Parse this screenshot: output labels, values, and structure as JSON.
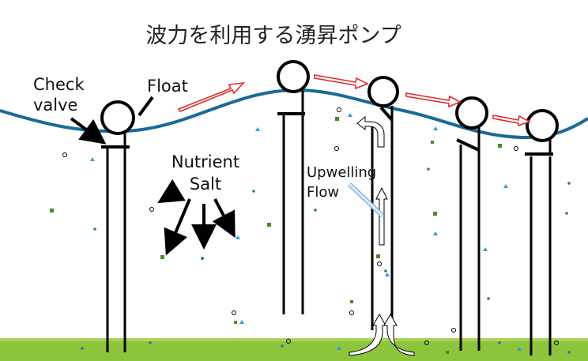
{
  "title": "波力を利用する湧昇ポンプ",
  "labels": {
    "check_valve_line1": "Check",
    "check_valve_line2": "valve",
    "float": "Float",
    "nutrient_line1": "Nutrient",
    "nutrient_line2": "Salt",
    "upwelling_line1": "Upwelling",
    "upwelling_line2": "Flow"
  },
  "colors": {
    "wave": "#1a6a96",
    "seabed": "#8cc43c",
    "seabed_dark": "#6fa82a",
    "motion_arrow": "#e02a2a",
    "nutrient_square": "#4a8a2a",
    "nutrient_triangle": "#3a9ad0",
    "nutrient_dot": "#2a7a8a"
  },
  "icons": {
    "motion_arrow": "red-hollow-arrow-icon",
    "flow_arrow": "white-hollow-arrow-icon",
    "float": "circle-float-icon"
  }
}
